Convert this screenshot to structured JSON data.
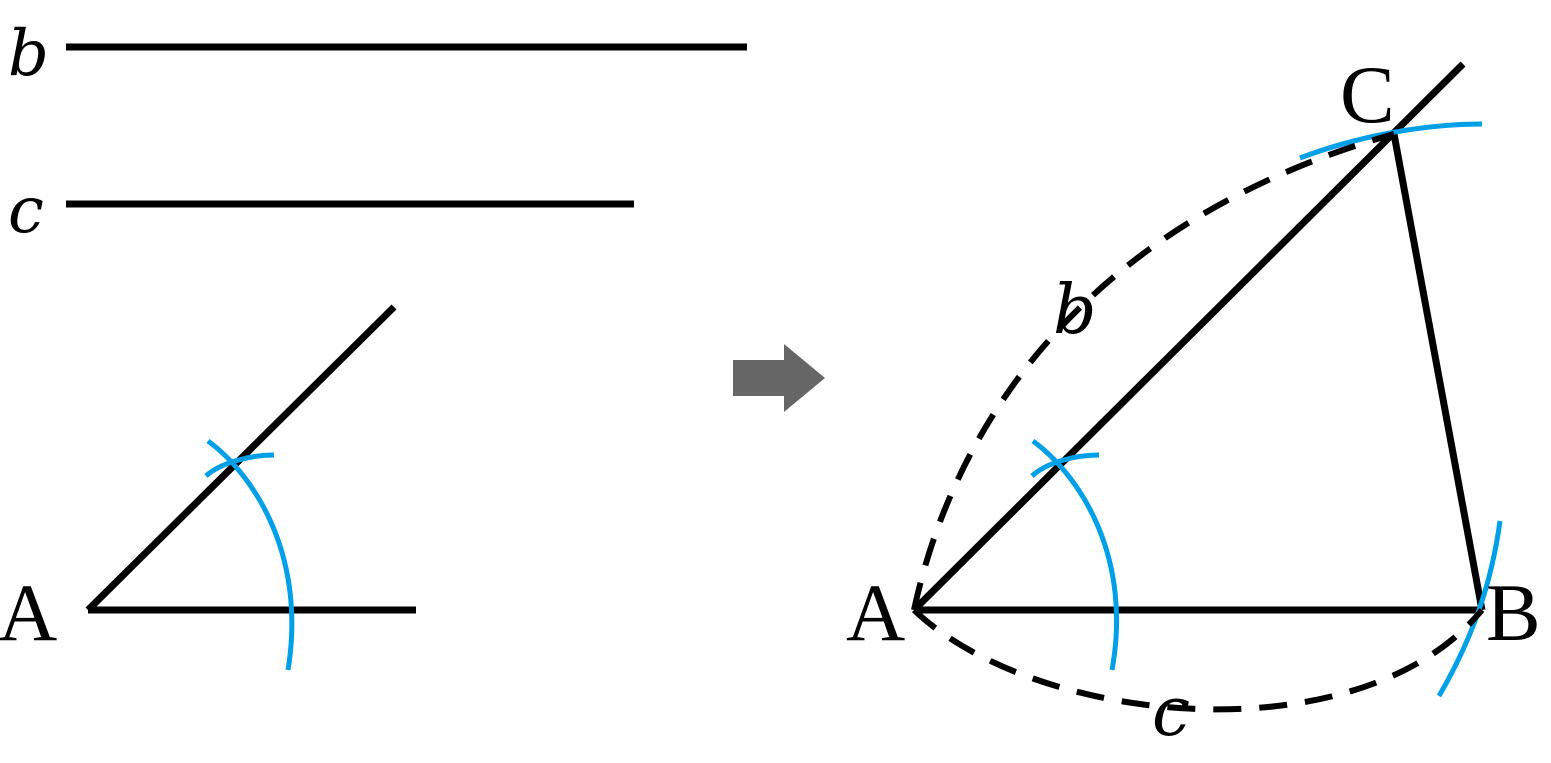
{
  "labels": {
    "b": "b",
    "c": "c",
    "a_left": "A",
    "a_right": "A",
    "b_right": "B",
    "c_right": "C",
    "b_side": "b",
    "c_side": "c"
  },
  "colors": {
    "stroke": "#000000",
    "arc": "#00a0e9",
    "arrow": "#666666",
    "background": "#ffffff"
  },
  "icons": {
    "transition_arrow": "right-arrow-icon"
  }
}
